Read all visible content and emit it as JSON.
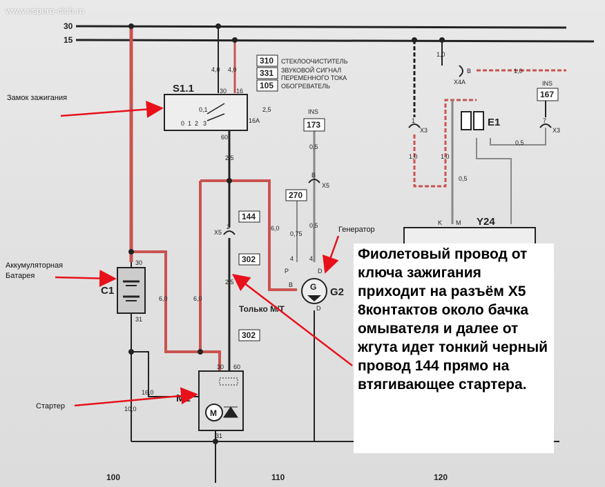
{
  "watermark": "www.espero-club.ru",
  "buses": {
    "b30": "30",
    "b15": "15"
  },
  "grid": {
    "g100": "100",
    "g110": "110",
    "g120": "120"
  },
  "references": {
    "r310": "310",
    "r331": "331",
    "r105": "105",
    "r173": "173",
    "r270": "270",
    "r144a": "144",
    "r302a": "302",
    "r302b": "302",
    "r167": "167"
  },
  "ref_labels": {
    "wiper": "СТЕКЛООЧИСТИТЕЛЬ",
    "horn1": "ЗВУКОВОЙ СИГНАЛ",
    "horn2": "ПЕРЕМЕННОГО ТОКА",
    "heater": "ОБОГРЕВАТЕЛЬ",
    "ins1": "INS",
    "ins2": "INS"
  },
  "components": {
    "s11": "S1.1",
    "c1": "C1",
    "m1": "M1",
    "g2": "G2",
    "e1": "E1",
    "y24": "Y24",
    "g": "G"
  },
  "connectors": {
    "x5a": "X5",
    "x5b": "X5",
    "x3a": "X3",
    "x3b": "X3",
    "x4a": "X4A",
    "pin2": "2",
    "pinB": "B",
    "pin4a": "4",
    "pin4b": "4",
    "pin1": "1",
    "pin7": "7",
    "pinBx4": "B",
    "pinP": "P",
    "pinD": "D",
    "pinB2": "B",
    "pinD2": "D",
    "pinK": "K",
    "pinM": "M"
  },
  "wires": {
    "w40a": "4,0",
    "w40b": "4,0",
    "w25a": "2,5",
    "w25b": "2,5",
    "w25c": "2,5",
    "w60a": "6,0",
    "w60b": "6,0",
    "w60c": "6,0",
    "w160": "16,0",
    "w100": "10,0",
    "w05a": "0,5",
    "w05b": "0,5",
    "w05c": "0,5",
    "w05d": "0,5",
    "w075": "0,75",
    "w10a": "1,0",
    "w10b": "1,0",
    "w10c": "1,0",
    "w10d": "1,0"
  },
  "terminals": {
    "t30a": "30",
    "t16": "16",
    "t60a": "60",
    "t16a": "16A",
    "t30b": "30",
    "t31a": "31",
    "t30c": "30",
    "t60b": "60",
    "t31b": "31"
  },
  "switch_positions": {
    "p0": "0",
    "p1": "1",
    "p2": "2",
    "p01": "0,1",
    "p3": "3"
  },
  "only_mt": "Только М/Т",
  "annotations": {
    "ignition_lock": "Замок зажигания",
    "battery1": "Аккумуляторная",
    "battery2": "Батарея",
    "starter": "Стартер",
    "generator": "Генератор"
  },
  "note": "Фиолетовый провод от ключа зажигания приходит на разъём Х5 8контактов около бачка омывателя и далее от жгута идет тонкий черный провод 144 прямо на втягивающее стартера.",
  "colors": {
    "red_wire": "#c9534f",
    "gray_wire": "#888888",
    "arrow": "#e8101a",
    "bus": "#222222"
  }
}
